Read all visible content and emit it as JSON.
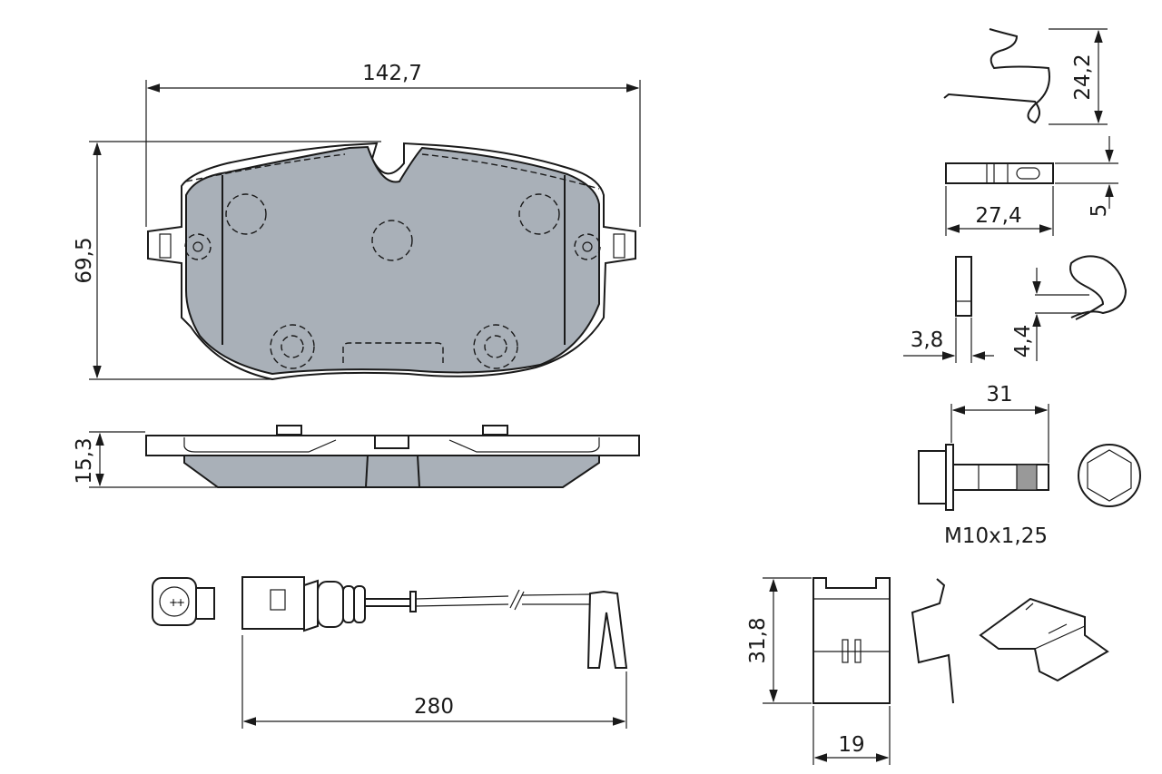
{
  "colors": {
    "pad_friction": "#a9b0b8",
    "line": "#1a1a1a",
    "background": "#ffffff"
  },
  "dimensions": {
    "pad_width": "142,7",
    "pad_height": "69,5",
    "pad_thickness": "15,3",
    "sensor_length": "280",
    "spring_height": "24,2",
    "spring_thickness": "5",
    "spring_width": "27,4",
    "plate_thickness": "3,8",
    "clip_height": "4,4",
    "bolt_length": "31",
    "bolt_thread": "M10x1,25",
    "bracket_height": "31,8",
    "bracket_width": "19"
  }
}
